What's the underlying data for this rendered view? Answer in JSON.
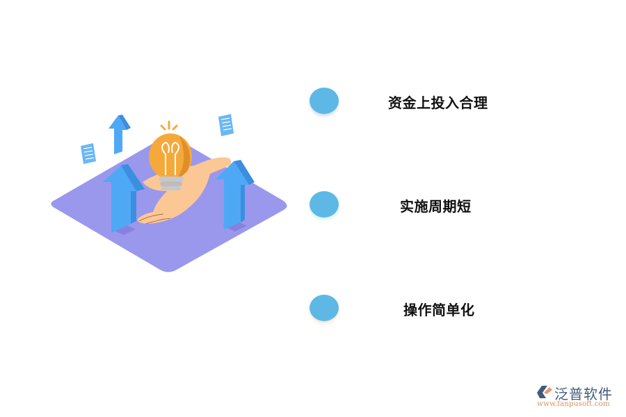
{
  "illustration": {
    "name": "hand-holding-lightbulb-on-isometric-platform",
    "colors": {
      "platform": "#9a98ec",
      "arrow": "#4fa8f5",
      "arrow_side": "#3b8ee0",
      "bulb": "#f6a93b",
      "hand": "#fbc795",
      "bulb_base": "#c8c8c8"
    }
  },
  "items": [
    {
      "label": "资金上投入合理",
      "dot_color": "#5db8e6"
    },
    {
      "label": "实施周期短",
      "dot_color": "#5db8e6"
    },
    {
      "label": "操作简单化",
      "dot_color": "#5db8e6"
    }
  ],
  "logo": {
    "name": "泛普软件",
    "url": "www.fanpusoft.com"
  }
}
